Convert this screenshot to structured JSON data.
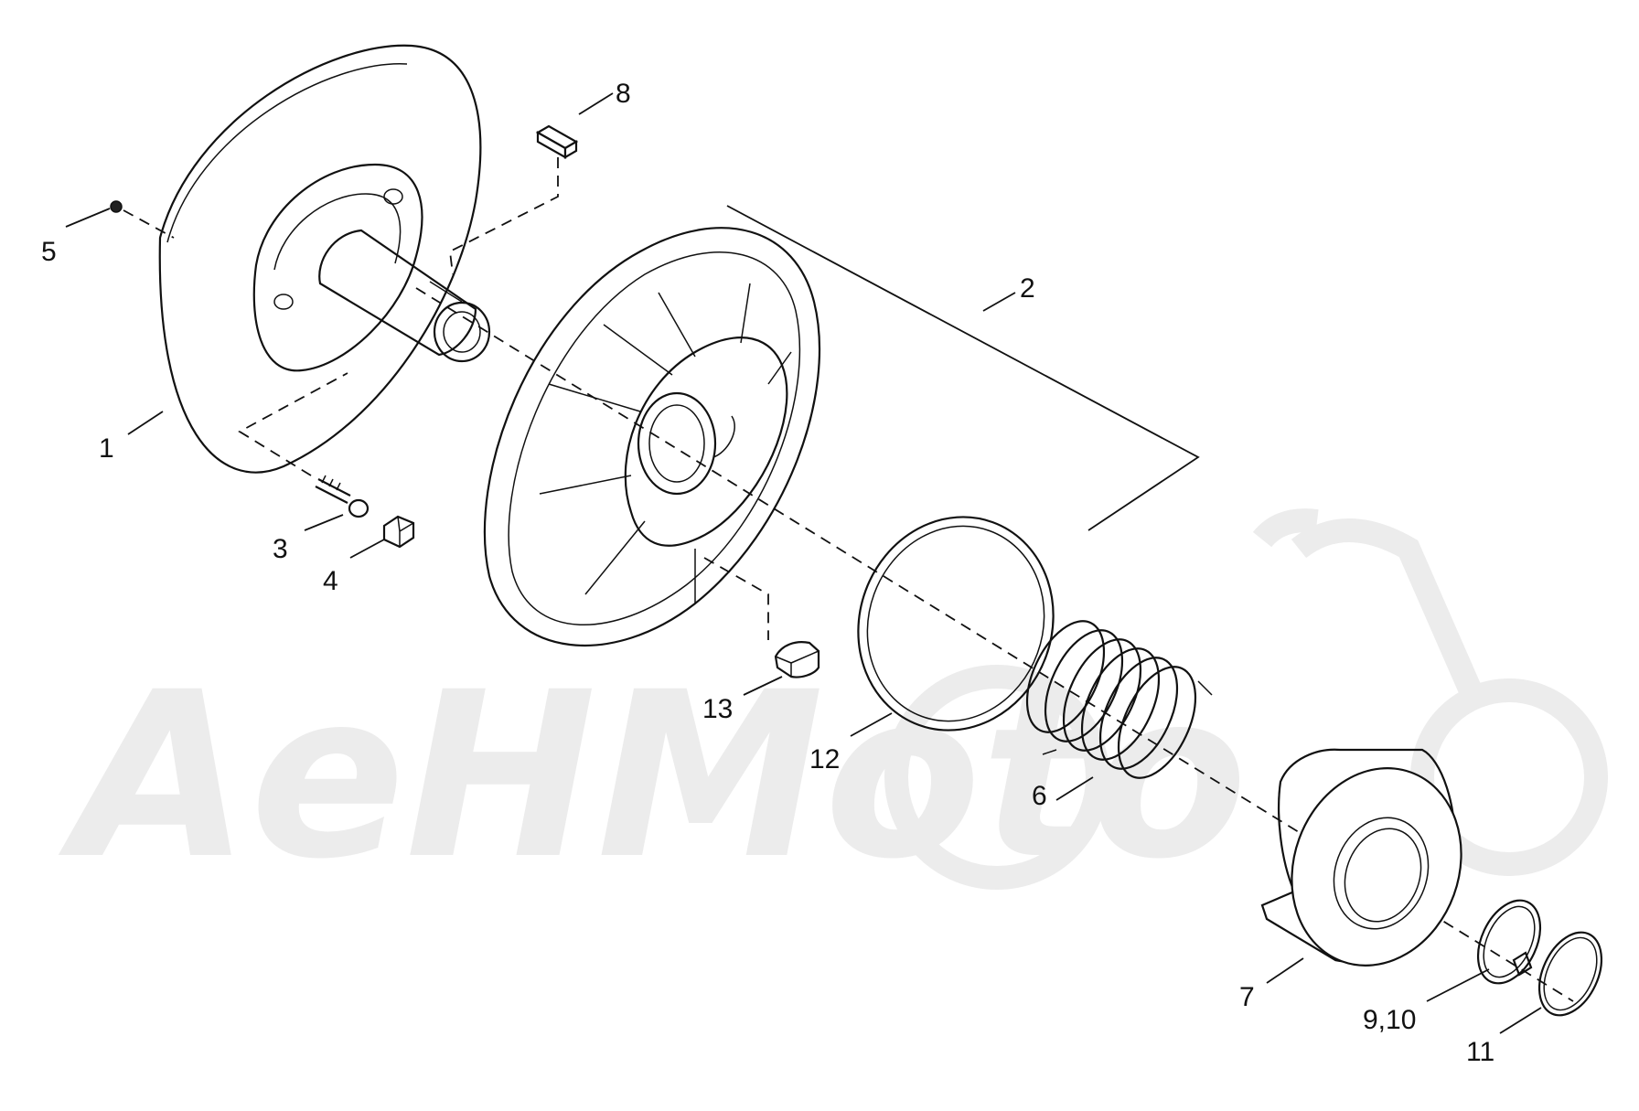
{
  "watermark": {
    "text": "AeHMoto"
  },
  "callouts": [
    {
      "id": "1",
      "text": "1"
    },
    {
      "id": "2",
      "text": "2"
    },
    {
      "id": "3",
      "text": "3"
    },
    {
      "id": "4",
      "text": "4"
    },
    {
      "id": "5",
      "text": "5"
    },
    {
      "id": "6",
      "text": "6"
    },
    {
      "id": "7",
      "text": "7"
    },
    {
      "id": "8",
      "text": "8"
    },
    {
      "id": "9-10",
      "text": "9,10"
    },
    {
      "id": "11",
      "text": "11"
    },
    {
      "id": "12",
      "text": "12"
    },
    {
      "id": "13",
      "text": "13"
    }
  ],
  "colors": {
    "line": "#111111",
    "watermark": "#ececec",
    "background": "#ffffff"
  }
}
